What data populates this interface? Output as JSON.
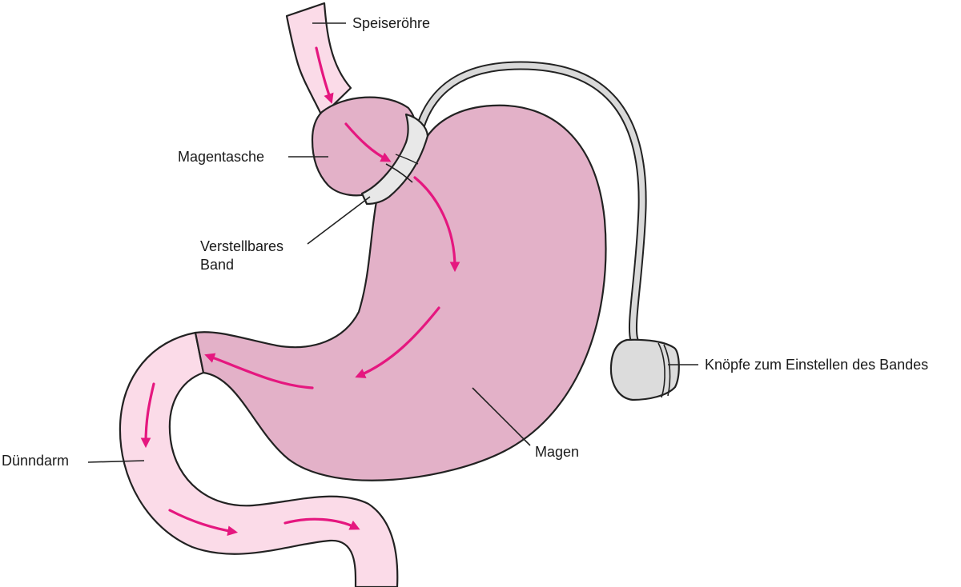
{
  "labels": {
    "esophagus": "Speiseröhre",
    "pouch": "Magentasche",
    "band_line1": "Verstellbares",
    "band_line2": "Band",
    "port": "Knöpfe zum Einstellen des Bandes",
    "stomach": "Magen",
    "small_intestine": "Dünndarm"
  },
  "colors": {
    "stomach_fill": "#e3b1c8",
    "pouch_fill": "#e3b1c8",
    "intestine_fill": "#fbdbe8",
    "esophagus_fill": "#fbdbe8",
    "arrow": "#e5177f",
    "band_fill": "#e8e8e8",
    "port_fill": "#dcdcdc",
    "tube_stroke": "#d9d9d9",
    "outline": "#222222"
  },
  "icons": {
    "flow_arrows": "arrow-icon",
    "port": "port-icon"
  }
}
